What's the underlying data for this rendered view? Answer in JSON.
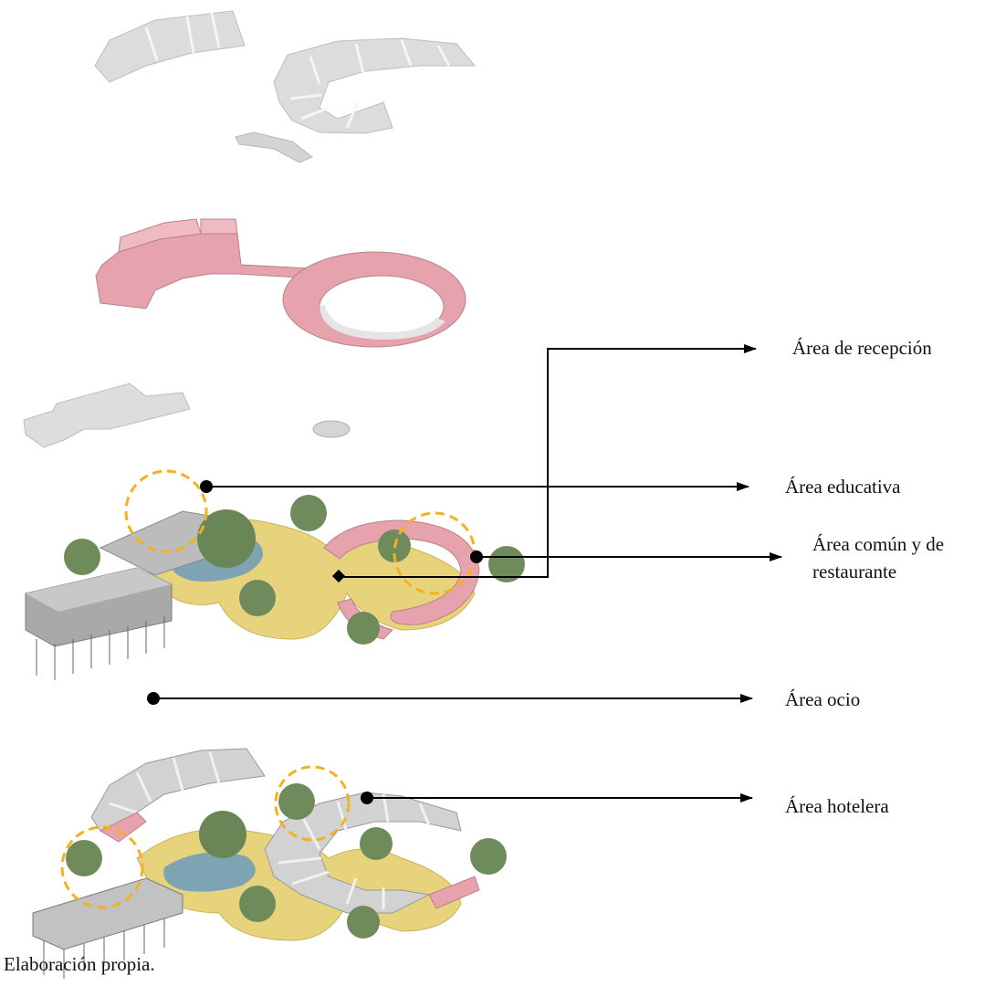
{
  "labels": {
    "recepcion": "Área de recepción",
    "educativa": "Área educativa",
    "comun_line1": "Área común y de",
    "comun_line2": "restaurante",
    "hotelera": "Área hotelera",
    "ocio": "Área ocio"
  },
  "caption": "Elaboración propia.",
  "colors": {
    "roof": "#d9d9d9",
    "walls": "#e8a3ad",
    "water": "#7fa3b3",
    "ground": "#e6d27a",
    "trees": "#6e8a5c",
    "highlight_circle": "#f2b21c",
    "leader_line": "#000000"
  }
}
